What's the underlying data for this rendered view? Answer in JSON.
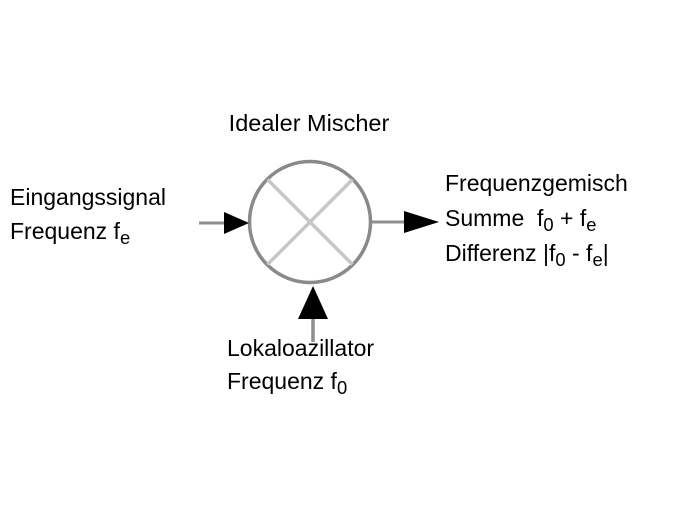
{
  "title": "Idealer Mischer",
  "colors": {
    "background": "#ffffff",
    "circle_stroke": "#8a8a8a",
    "cross_stroke": "#c6c6c6",
    "line_stroke": "#8f8f8f",
    "arrowhead_fill": "#000000",
    "text": "#000000"
  },
  "input_label": {
    "line1": "Eingangssignal",
    "line2_pre": "Frequenz f",
    "line2_sub": "e"
  },
  "oscillator_label": {
    "line1": "Lokaloazillator",
    "line2_pre": "Frequenz f",
    "line2_sub": "0"
  },
  "output_label": {
    "line1": "Frequenzgemisch",
    "line2": {
      "seg0": "Summe  f",
      "sub0": "0",
      "seg1": " + f",
      "sub1": "e"
    },
    "line3": {
      "seg0": "Differenz |f",
      "sub0": "0",
      "seg1": " - f",
      "sub1": "e",
      "seg2": "|"
    }
  }
}
